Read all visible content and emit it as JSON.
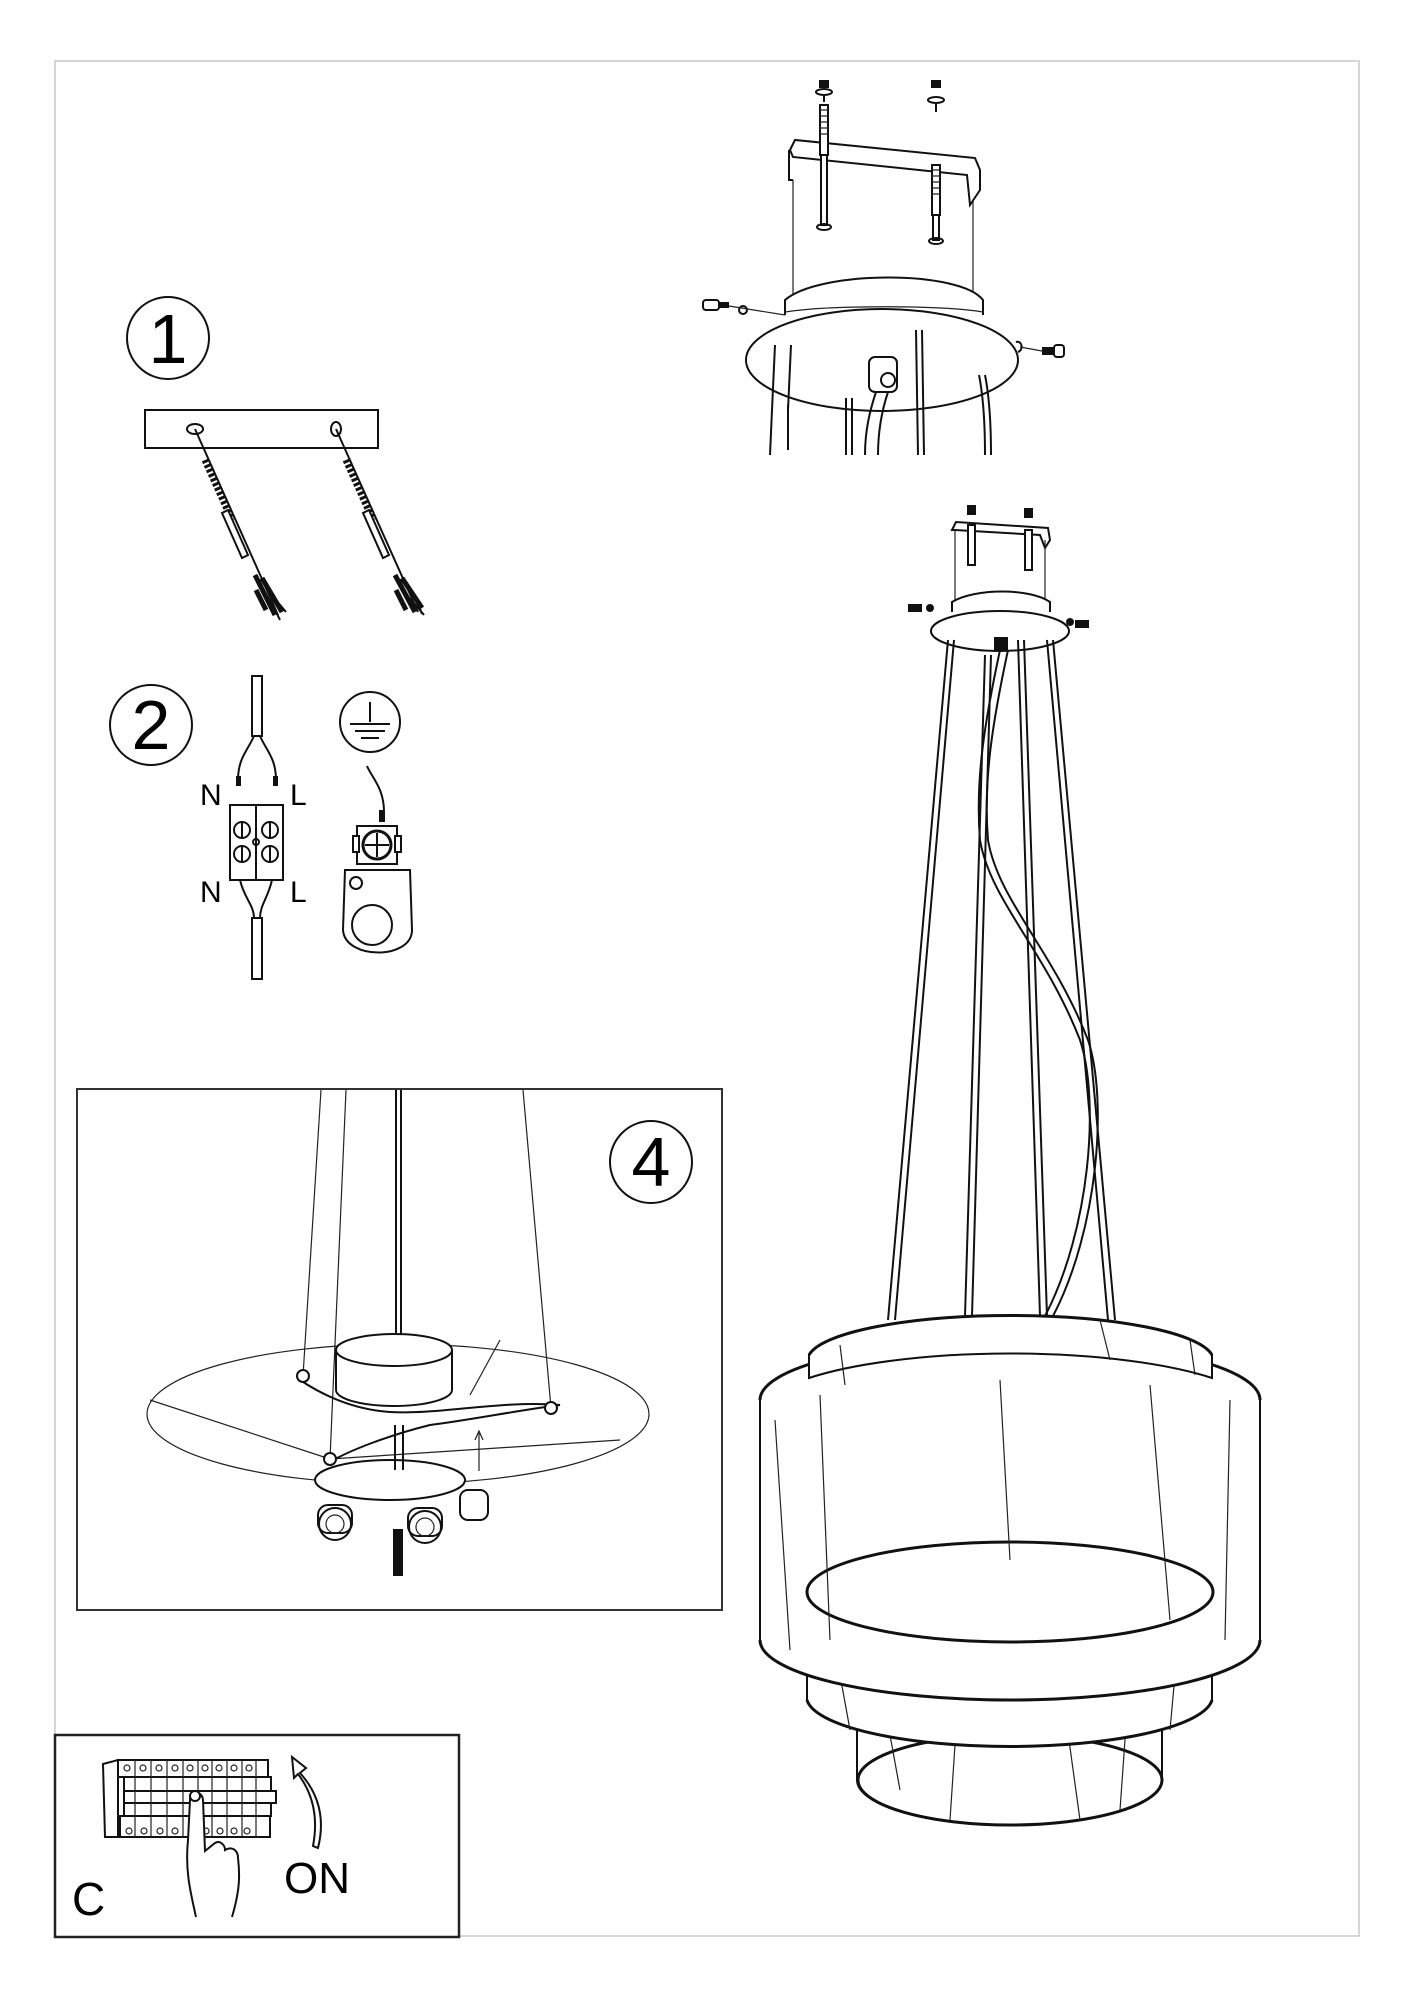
{
  "steps": {
    "step1": {
      "number": "1"
    },
    "step2": {
      "number": "2",
      "top_left_label": "N",
      "top_right_label": "L",
      "bottom_left_label": "N",
      "bottom_right_label": "L"
    },
    "step4": {
      "number": "4"
    },
    "stepC": {
      "letter": "C",
      "switch_label": "ON"
    }
  },
  "icons": [
    "ground-symbol-icon",
    "curved-arrow-up-icon",
    "hand-pointer-icon",
    "circuit-breaker-icon"
  ],
  "colors": {
    "line": "#111111",
    "frame": "#c8c8c8",
    "background": "#ffffff"
  }
}
